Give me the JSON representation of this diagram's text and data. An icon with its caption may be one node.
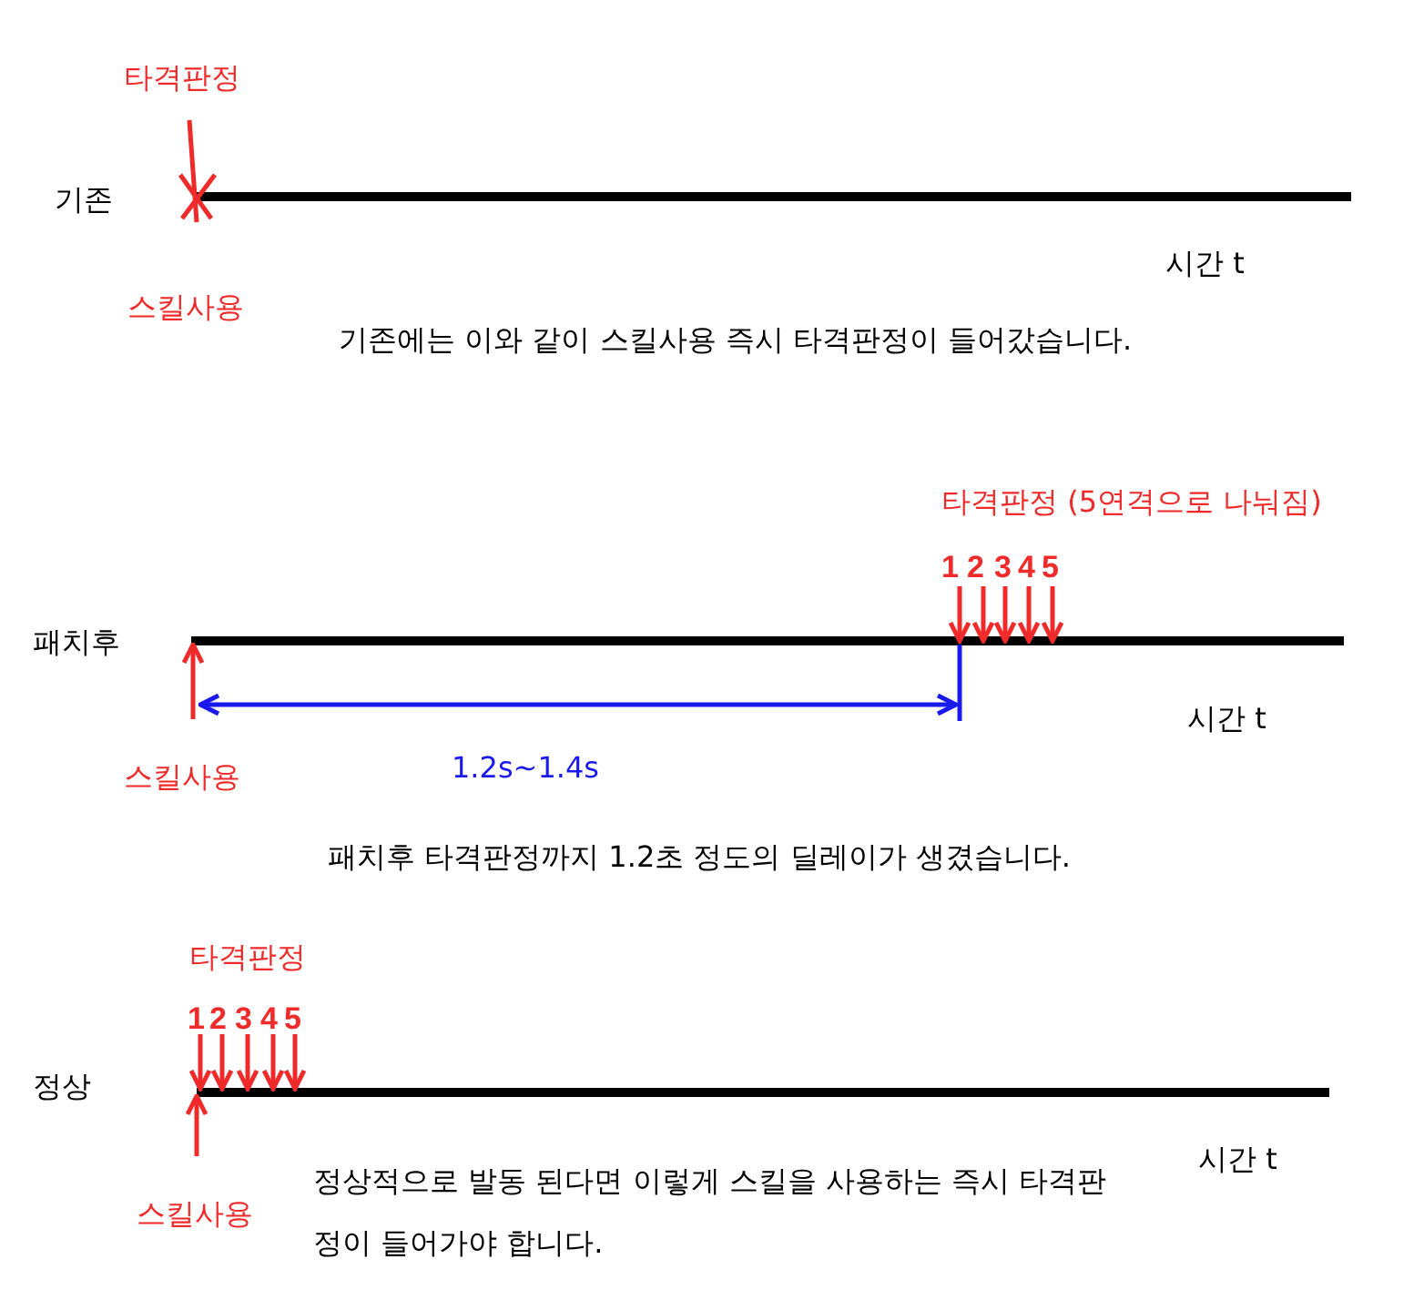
{
  "diagram": {
    "labels": [
      "타격판정",
      "기존",
      "시간 t",
      "스킬사용",
      "기존에는 이와 같이 스킬사용 즉시 타격판정이 들어갔습니다.",
      "타격판정 (5연격으로 나눠짐)",
      "1",
      "2",
      "3",
      "4",
      "5",
      "패치후",
      "시간 t",
      "1.2s~1.4s",
      "스킬사용",
      "패치후 타격판정까지 1.2초 정도의 딜레이가 생겼습니다.",
      "타격판정",
      "1",
      "2",
      "3",
      "4",
      "5",
      "정상",
      "시간 t",
      "스킬사용",
      "정상적으로 발동 된다면 이렇게 스킬을 사용하는 즉시 타격판정이 들어가야 합니다."
    ]
  }
}
